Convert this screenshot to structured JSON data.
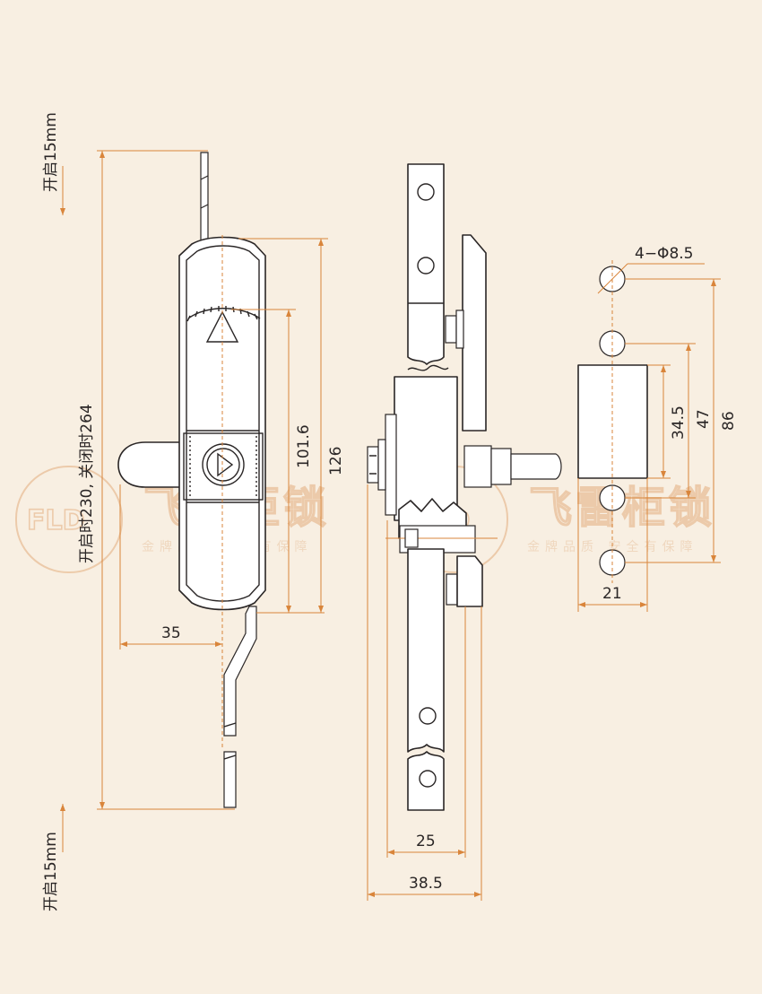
{
  "diagram": {
    "notes": {
      "open_top": "开启15mm",
      "open_bottom": "开启15mm",
      "total_length": "开启时230, 关闭时264"
    },
    "dimensions": {
      "width_35": "35",
      "height_101_6": "101.6",
      "height_126": "126",
      "side_25": "25",
      "side_38_5": "38.5",
      "holes": "4−Φ8.5",
      "hole_34_5": "34.5",
      "hole_47": "47",
      "hole_86": "86",
      "plate_21": "21"
    },
    "watermark": {
      "logo": "FLD",
      "brand": "飞雷柜锁",
      "slogan": "金牌品质 安全有保障"
    }
  }
}
